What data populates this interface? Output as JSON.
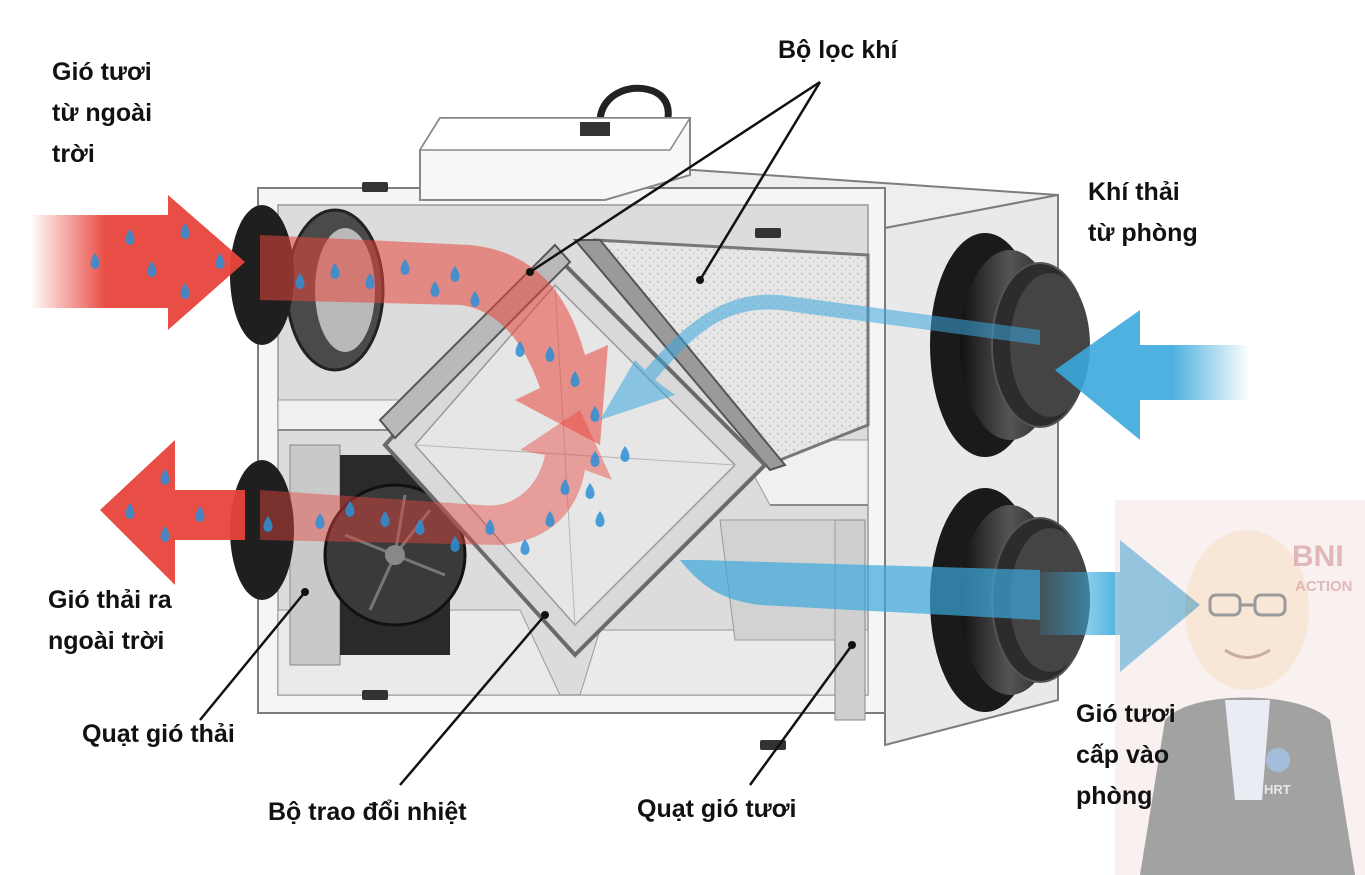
{
  "labels": {
    "fresh_air_outside": "Gió tươi\ntừ ngoài\ntrời",
    "air_filter": "Bộ lọc khí",
    "exhaust_from_room": "Khí thải\ntừ phòng",
    "exhaust_to_outside": "Gió thải ra\nngoài trời",
    "exhaust_fan": "Quạt gió thải",
    "heat_exchanger": "Bộ trao đổi nhiệt",
    "fresh_air_fan": "Quạt gió tươi",
    "fresh_air_supply": "Gió tươi\ncấp vào\nphòng"
  },
  "watermark": {
    "brand": "BNI",
    "brand_sub": "ACTION",
    "badge": "HRT"
  },
  "colors": {
    "warm_air": "#e8453c",
    "cool_air": "#3aa8dc",
    "water_drop": "#2b8fd6",
    "casing": "#f4f4f4",
    "casing_edge": "#8a8a8a",
    "duct": "#2a2a2a"
  },
  "icons": [
    "water-drop-icon",
    "fan-icon"
  ]
}
